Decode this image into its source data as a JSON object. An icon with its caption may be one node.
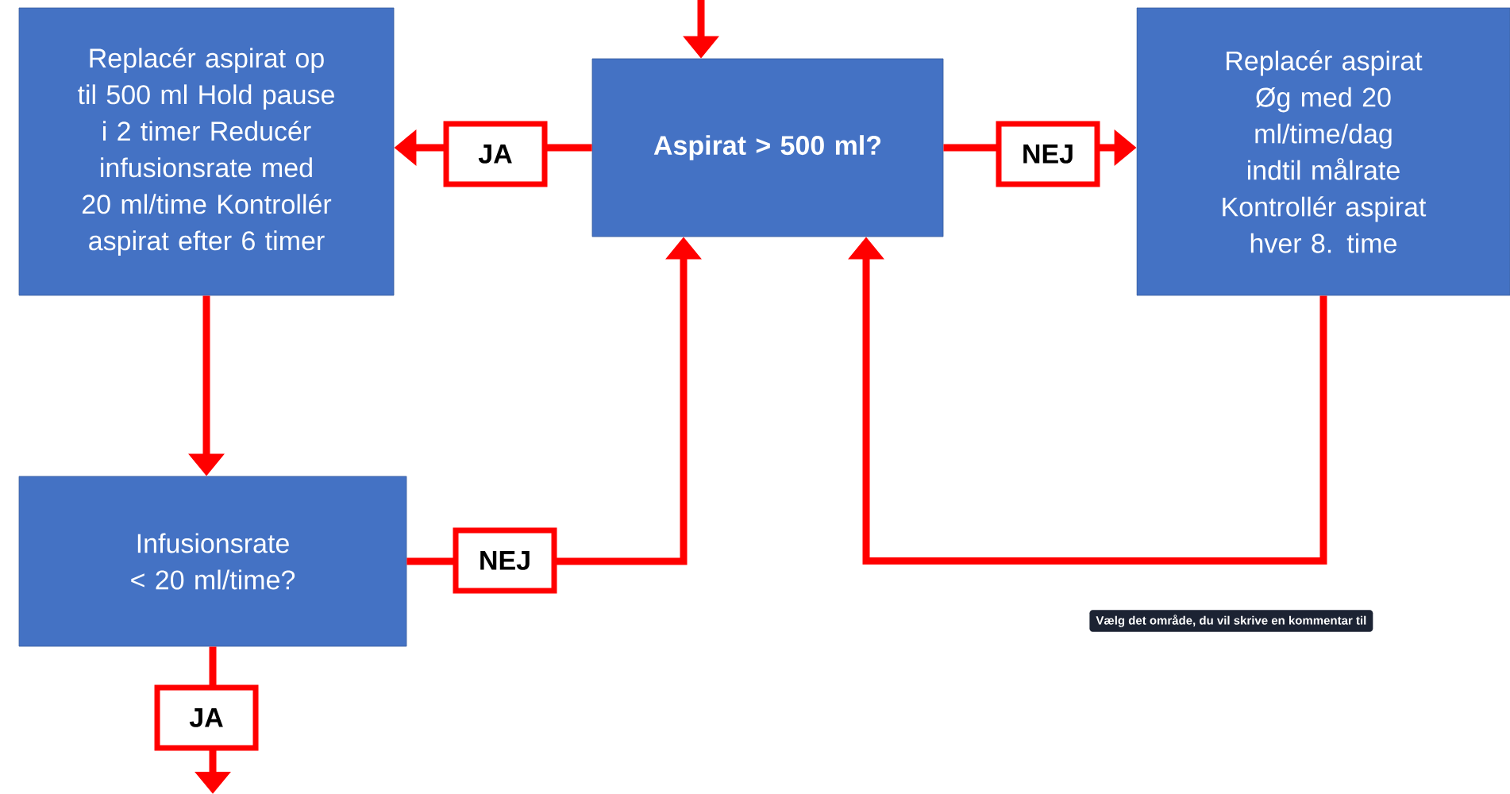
{
  "diagram": {
    "nodes": [
      {
        "text": [
          "Replacér aspirat op til 500 ml Hold pause i 2 timer Reducér infusionsrate med 20 ml/time Kontrollér aspirat efter 6 timer"
        ]
      },
      {
        "text": [
          "Aspirat > 500 ml?"
        ]
      },
      {
        "text": [
          "Replacér aspirat Øg med 20 ml/time/dag indtil målrate Kontrollér aspirat hver 8. time"
        ]
      },
      {
        "text": [
          "Infusionsrate < 20 ml/time?"
        ]
      }
    ],
    "edges": [
      {
        "from": null,
        "to": 1,
        "arrow": "to"
      },
      {
        "from": 1,
        "to": 0,
        "arrow": "to",
        "label": "JA"
      },
      {
        "from": 1,
        "to": 2,
        "arrow": "to",
        "label": "NEJ"
      },
      {
        "from": 0,
        "to": 3,
        "arrow": "to"
      },
      {
        "from": 3,
        "to": 1,
        "arrow": "to",
        "label": "NEJ"
      },
      {
        "from": 2,
        "to": 1,
        "arrow": "to"
      },
      {
        "from": 3,
        "to": null,
        "arrow": "to",
        "label": "JA"
      }
    ],
    "labels": [
      "Vælg det område, du vil skrive en kommentar til"
    ]
  }
}
